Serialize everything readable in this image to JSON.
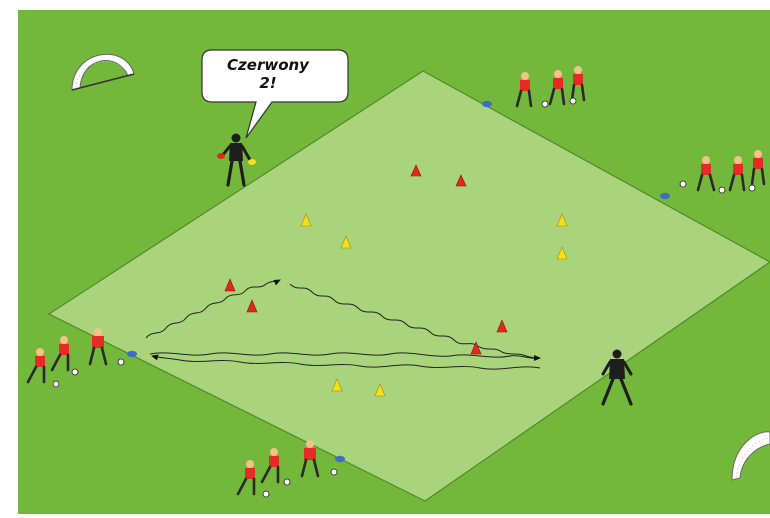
{
  "coach_callout": {
    "line1": "Czerwony",
    "line2": "2!"
  },
  "colors": {
    "outer_grass": "#74b83b",
    "pitch": "#a9d47c",
    "pitch_border": "#4f8a2a",
    "player_shirt": "#e52b24",
    "player_shorts": "#2a2a2a",
    "coach": "#1e1e1e",
    "cone_red": "#e4261e",
    "cone_yellow": "#f3e21a",
    "disc_blue": "#3b6fc4",
    "bubble_fill": "#ffffff"
  },
  "icons": {
    "goal": "goal-icon",
    "player": "player-icon",
    "coach": "coach-icon",
    "cone": "cone-icon",
    "disc": "disc-marker-icon",
    "ball": "ball-icon"
  },
  "counts": {
    "red_cones": 6,
    "yellow_cones": 6,
    "players_in_groups": 4,
    "coaches": 2,
    "goals": 2
  }
}
